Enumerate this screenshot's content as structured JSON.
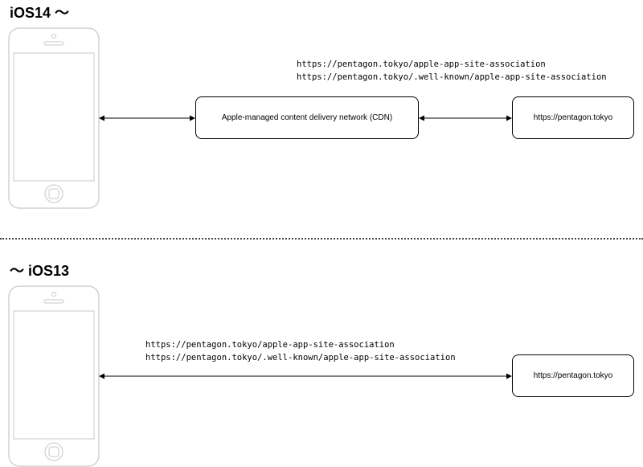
{
  "sections": [
    {
      "heading": "iOS14 〜",
      "urls": [
        "https://pentagon.tokyo/apple-app-site-association",
        "https://pentagon.tokyo/.well-known/apple-app-site-association"
      ],
      "cdn_label": "Apple-managed content delivery network (CDN)",
      "server_label": "https://pentagon.tokyo"
    },
    {
      "heading": "〜 iOS13",
      "urls": [
        "https://pentagon.tokyo/apple-app-site-association",
        "https://pentagon.tokyo/.well-known/apple-app-site-association"
      ],
      "server_label": "https://pentagon.tokyo"
    }
  ],
  "colors": {
    "phone_outline": "#c8c8c8",
    "line": "#000000",
    "divider": "#444444"
  }
}
